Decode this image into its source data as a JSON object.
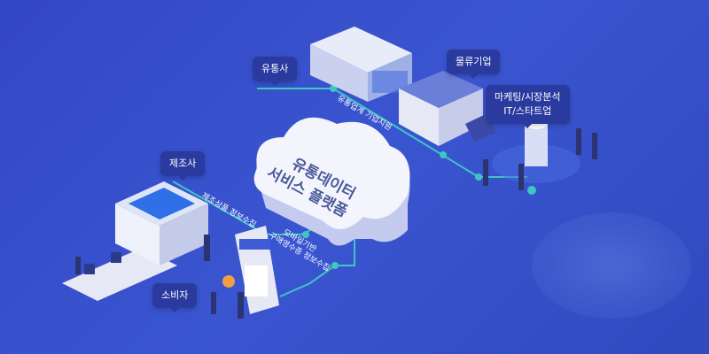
{
  "nodes": {
    "distributor": "유통사",
    "logistics": "물류기업",
    "marketing_line1": "마케팅/시장분석",
    "marketing_line2": "IT/스타트업",
    "manufacturer": "제조사",
    "consumer": "소비자"
  },
  "platform": {
    "line1": "유통데이터",
    "line2": "서비스 플랫폼"
  },
  "flows": {
    "support": "유통업계 기업지원",
    "manufacturer_info": "제조상품 정보수집",
    "mobile_line1": "모바일기반",
    "mobile_line2": "구매영수증 정보수집"
  },
  "colors": {
    "background": "#3a4fc8",
    "bubble": "#2a3a9e",
    "line": "#3ec6c0"
  }
}
